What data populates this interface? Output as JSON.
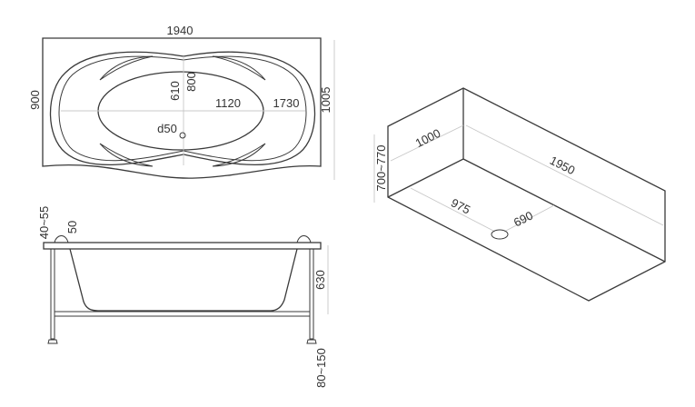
{
  "top_view": {
    "overall_length": "1940",
    "overall_width": "900",
    "inner_width": "610",
    "bowl_width": "800",
    "inner_length": "1120",
    "bowl_length": "1730",
    "drain": "d50",
    "max_width": "1005"
  },
  "side_view": {
    "rim_height": "40~55",
    "headrest": "50",
    "depth": "630",
    "leg_height": "80~150"
  },
  "niche_view": {
    "width": "1000",
    "height": "700~770",
    "length": "1950",
    "drain_from_end": "975",
    "drain_from_wall": "690"
  }
}
